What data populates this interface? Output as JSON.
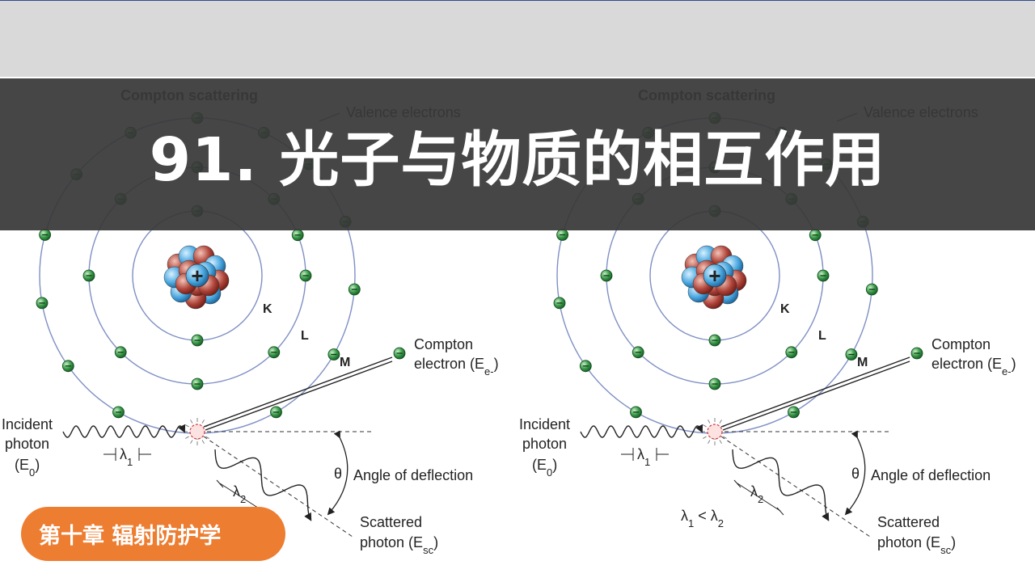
{
  "slide": {
    "title": "91. 光子与物质的相互作用",
    "chapter": "第十章 辐射防护学"
  },
  "diagram": {
    "caption": "Compton scattering",
    "valence_label": "Valence electrons",
    "shells": [
      "K",
      "L",
      "M"
    ],
    "nucleus_sign": "+",
    "compton_electron": [
      "Compton",
      "electron (E",
      "e-",
      ")"
    ],
    "incident_photon": [
      "Incident",
      "photon",
      "(E",
      "0",
      ")"
    ],
    "lambda1": [
      "λ",
      "1"
    ],
    "lambda2": [
      "λ",
      "2"
    ],
    "lambda_relation": [
      "λ",
      "1",
      " < λ",
      "2"
    ],
    "theta": "θ",
    "angle_label": "Angle of deflection",
    "scattered_photon": [
      "Scattered",
      "photon (E",
      "sc",
      ")"
    ]
  },
  "colors": {
    "banner": "#383838",
    "badge": "#ed7d31",
    "orbit": "#7f8fc4",
    "electron": "#2e8b3e"
  }
}
